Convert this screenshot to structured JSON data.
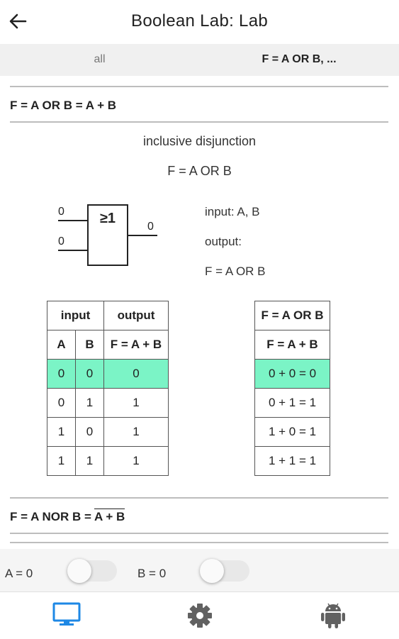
{
  "header": {
    "title": "Boolean Lab: Lab",
    "back_icon": "arrow-left-icon"
  },
  "tabs": [
    {
      "label": "all",
      "active": false
    },
    {
      "label": "F = A OR B, ...",
      "active": true
    }
  ],
  "section_or": {
    "title": "F = A OR B = A + B",
    "description": "inclusive disjunction",
    "formula": "F = A OR B",
    "gate": {
      "symbol": "≥1",
      "input_a_value": "0",
      "input_b_value": "0",
      "output_value": "0"
    },
    "info": {
      "input_line": "input: A, B",
      "output_line": "output:",
      "output_formula": "F = A OR B"
    },
    "truth_table": {
      "group_headers": [
        "input",
        "output"
      ],
      "columns": [
        "A",
        "B",
        "F = A + B"
      ],
      "rows": [
        [
          "0",
          "0",
          "0"
        ],
        [
          "0",
          "1",
          "1"
        ],
        [
          "1",
          "0",
          "1"
        ],
        [
          "1",
          "1",
          "1"
        ]
      ],
      "highlight_row": 0
    },
    "eval_table": {
      "header1": "F = A OR B",
      "header2": "F = A + B",
      "rows": [
        "0 + 0 = 0",
        "0 + 1 = 1",
        "1 + 0 = 1",
        "1 + 1 = 1"
      ],
      "highlight_row": 0
    }
  },
  "section_nor": {
    "title_prefix": "F = A NOR B = ",
    "title_overlined": "A + B"
  },
  "controls": {
    "a_label": "A = 0",
    "b_label": "B = 0",
    "a_on": false,
    "b_on": false
  },
  "bottom_nav": {
    "items": [
      {
        "icon": "monitor-icon",
        "active": true
      },
      {
        "icon": "gear-icon",
        "active": false
      },
      {
        "icon": "android-icon",
        "active": false
      }
    ],
    "active_color": "#1e88e5",
    "inactive_color": "#616161"
  },
  "colors": {
    "highlight": "#7bf4c6"
  }
}
